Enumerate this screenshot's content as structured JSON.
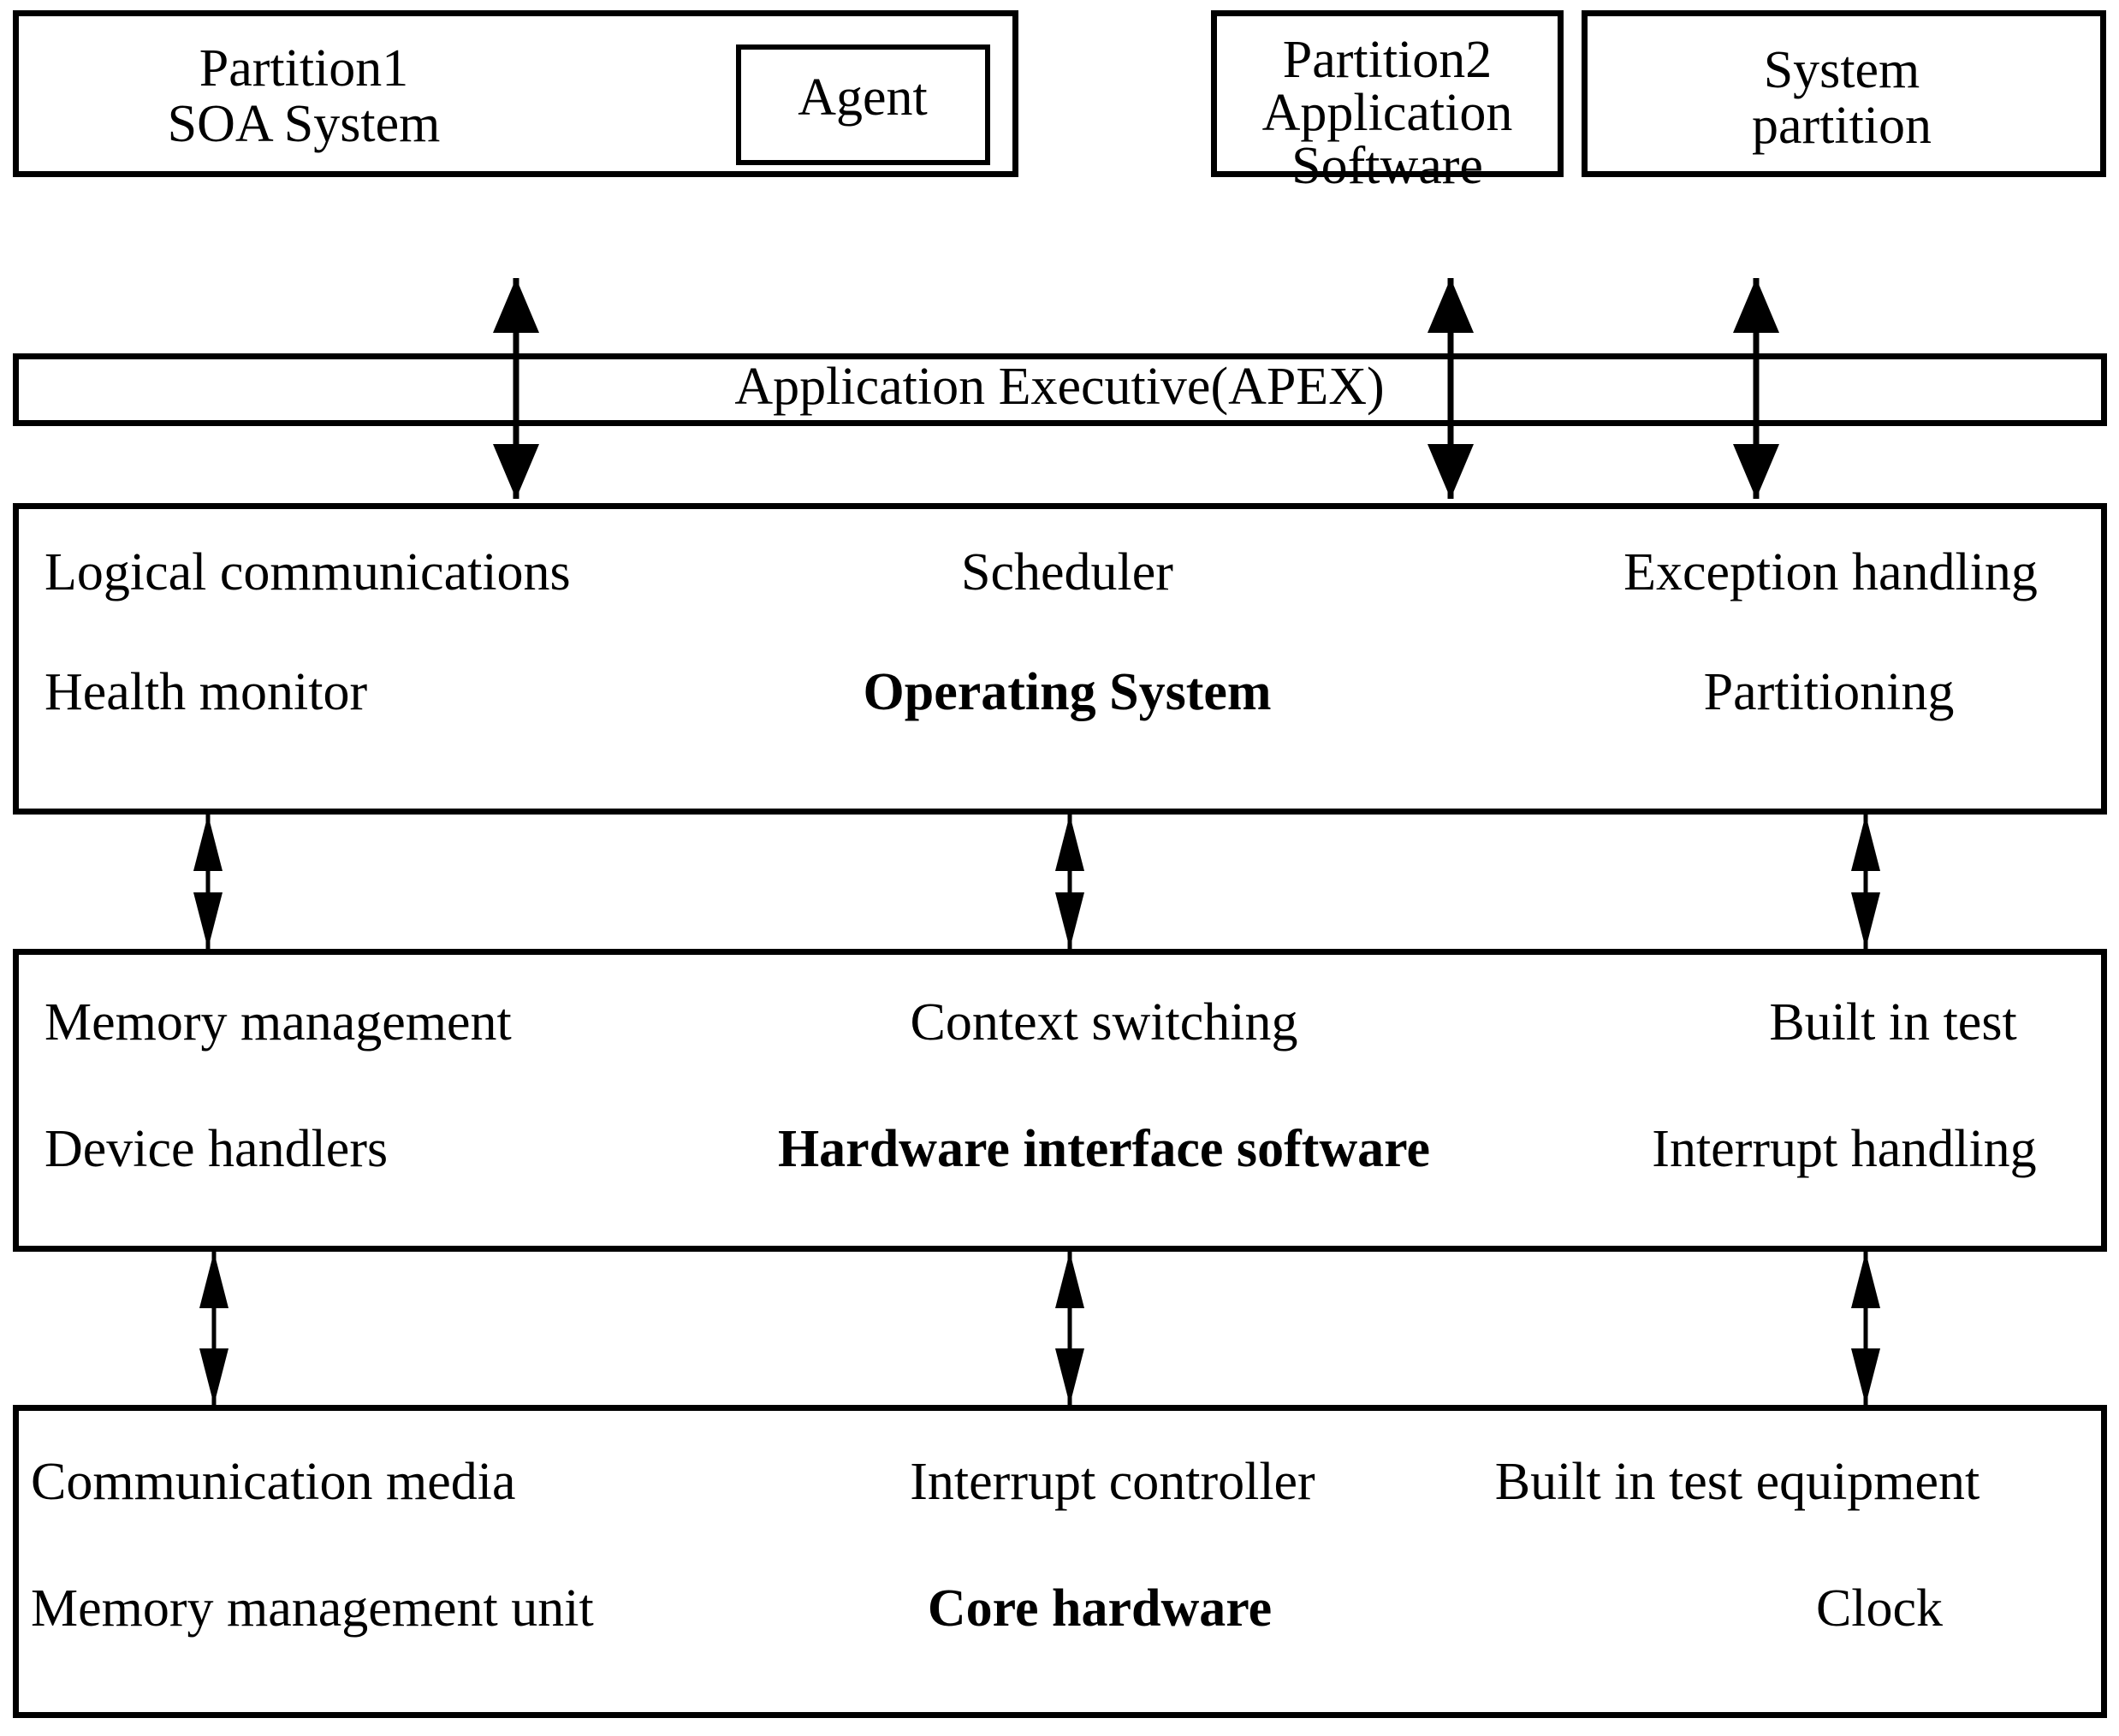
{
  "diagram": {
    "title": "ARINC 653 partitioned avionics software architecture stack",
    "colors": {
      "line": "#000000",
      "background": "#ffffff",
      "text": "#000000"
    },
    "layers": [
      {
        "id": "partition-layer",
        "boxes": [
          {
            "id": "partition1",
            "lines": [
              "Partition1",
              "SOA System"
            ]
          },
          {
            "id": "agent",
            "lines": [
              "Agent"
            ]
          },
          {
            "id": "partition2",
            "lines": [
              "Partition2",
              "Application",
              "Software"
            ]
          },
          {
            "id": "system-partition",
            "lines": [
              "System",
              "partition"
            ]
          }
        ]
      },
      {
        "id": "apex-layer",
        "boxes": [
          {
            "id": "apex",
            "lines": [
              "Application Executive(APEX)"
            ]
          }
        ]
      },
      {
        "id": "os-layer",
        "title": "Operating System",
        "cells": [
          {
            "id": "logical-communications",
            "text": "Logical communications",
            "bold": false
          },
          {
            "id": "scheduler",
            "text": "Scheduler",
            "bold": false
          },
          {
            "id": "exception-handling",
            "text": "Exception handling",
            "bold": false
          },
          {
            "id": "health-monitor",
            "text": "Health monitor",
            "bold": false
          },
          {
            "id": "operating-system",
            "text": "Operating System",
            "bold": true
          },
          {
            "id": "partitioning",
            "text": "Partitioning",
            "bold": false
          }
        ]
      },
      {
        "id": "hwis-layer",
        "title": "Hardware interface software",
        "cells": [
          {
            "id": "memory-management",
            "text": "Memory management",
            "bold": false
          },
          {
            "id": "context-switching",
            "text": "Context switching",
            "bold": false
          },
          {
            "id": "built-in-test",
            "text": "Built in test",
            "bold": false
          },
          {
            "id": "device-handlers",
            "text": "Device handlers",
            "bold": false
          },
          {
            "id": "hardware-interface-software",
            "text": "Hardware interface software",
            "bold": true
          },
          {
            "id": "interrupt-handling",
            "text": "Interrupt handling",
            "bold": false
          }
        ]
      },
      {
        "id": "core-hardware-layer",
        "title": "Core hardware",
        "cells": [
          {
            "id": "communication-media",
            "text": "Communication media",
            "bold": false
          },
          {
            "id": "interrupt-controller",
            "text": "Interrupt controller",
            "bold": false
          },
          {
            "id": "built-in-test-equipment",
            "text": "Built in test equipment",
            "bold": false
          },
          {
            "id": "memory-management-unit",
            "text": "Memory management unit",
            "bold": false
          },
          {
            "id": "core-hardware",
            "text": "Core hardware",
            "bold": true
          },
          {
            "id": "clock",
            "text": "Clock",
            "bold": false
          }
        ]
      }
    ],
    "connectors": [
      {
        "id": "partition1-to-os",
        "kind": "double-arrow"
      },
      {
        "id": "partition2-to-os",
        "kind": "double-arrow"
      },
      {
        "id": "system-partition-to-os",
        "kind": "double-arrow"
      },
      {
        "id": "os-to-hwis-left",
        "kind": "double-arrow"
      },
      {
        "id": "os-to-hwis-center",
        "kind": "double-arrow"
      },
      {
        "id": "os-to-hwis-right",
        "kind": "double-arrow"
      },
      {
        "id": "hwis-to-core-left",
        "kind": "double-arrow"
      },
      {
        "id": "hwis-to-core-center",
        "kind": "double-arrow"
      },
      {
        "id": "hwis-to-core-right",
        "kind": "double-arrow"
      }
    ]
  }
}
